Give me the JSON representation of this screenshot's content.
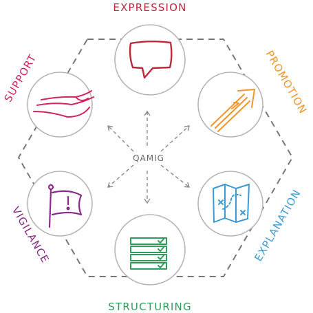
{
  "center": {
    "label": "QAMIG"
  },
  "nodes": {
    "expression": {
      "label": "EXPRESSION",
      "color": "#c0263a",
      "icon": "speech-bubble-icon"
    },
    "promotion": {
      "label": "PROMOTION",
      "color": "#f0952b",
      "icon": "rising-arrow-icon"
    },
    "explanation": {
      "label": "EXPLANATION",
      "color": "#3a9bd5",
      "icon": "map-icon"
    },
    "structuring": {
      "label": "STRUCTURING",
      "color": "#2e9c5a",
      "icon": "checklist-icon"
    },
    "vigilance": {
      "label": "VIGILANCE",
      "color": "#8a2a8c",
      "icon": "warning-flag-icon"
    },
    "support": {
      "label": "SUPPORT",
      "color": "#d4245e",
      "icon": "helping-hand-icon"
    }
  },
  "colors": {
    "circle_stroke": "#b5b5b5",
    "dashes": "#777777",
    "arrows": "#888888"
  }
}
